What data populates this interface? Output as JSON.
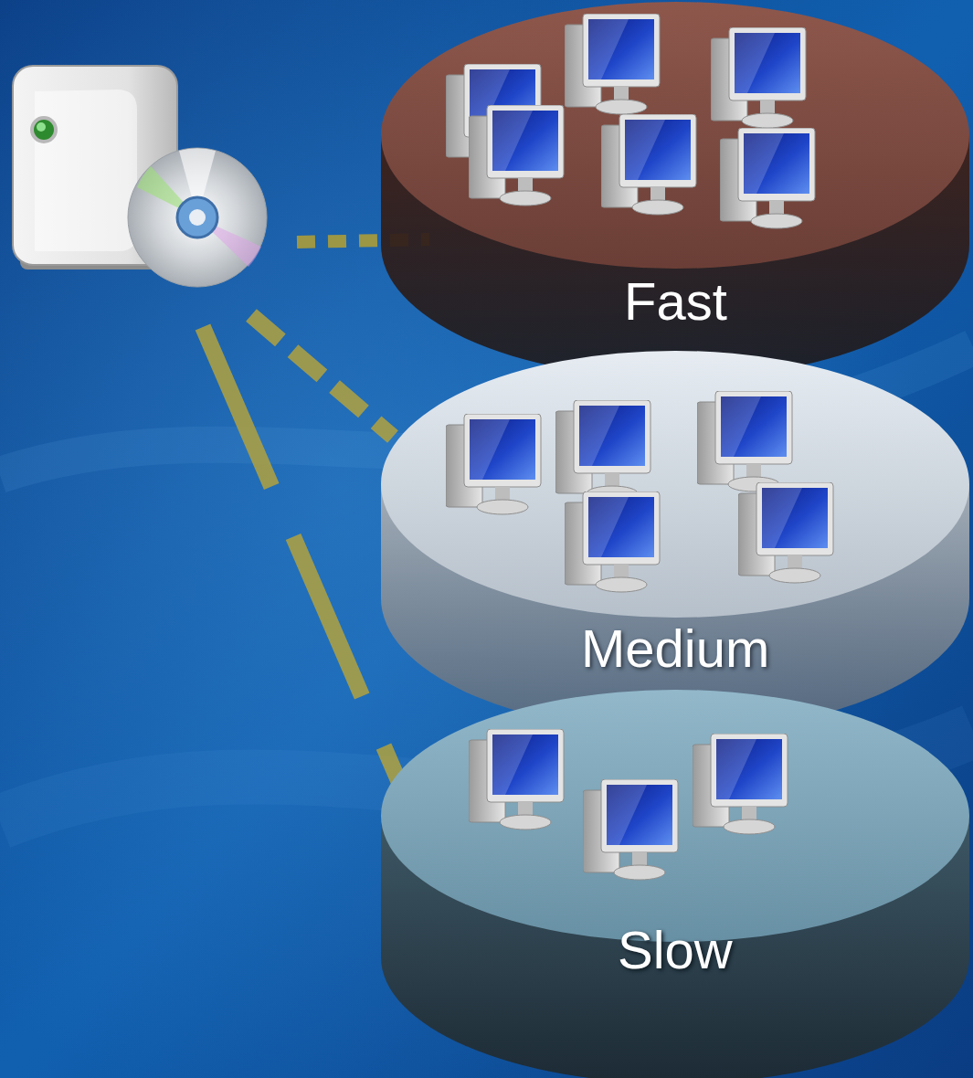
{
  "diagram": {
    "nodes": [
      {
        "text": [
          "Fast"
        ]
      },
      {
        "text": [
          "Medium"
        ]
      },
      {
        "text": [
          "Slow"
        ]
      }
    ]
  }
}
